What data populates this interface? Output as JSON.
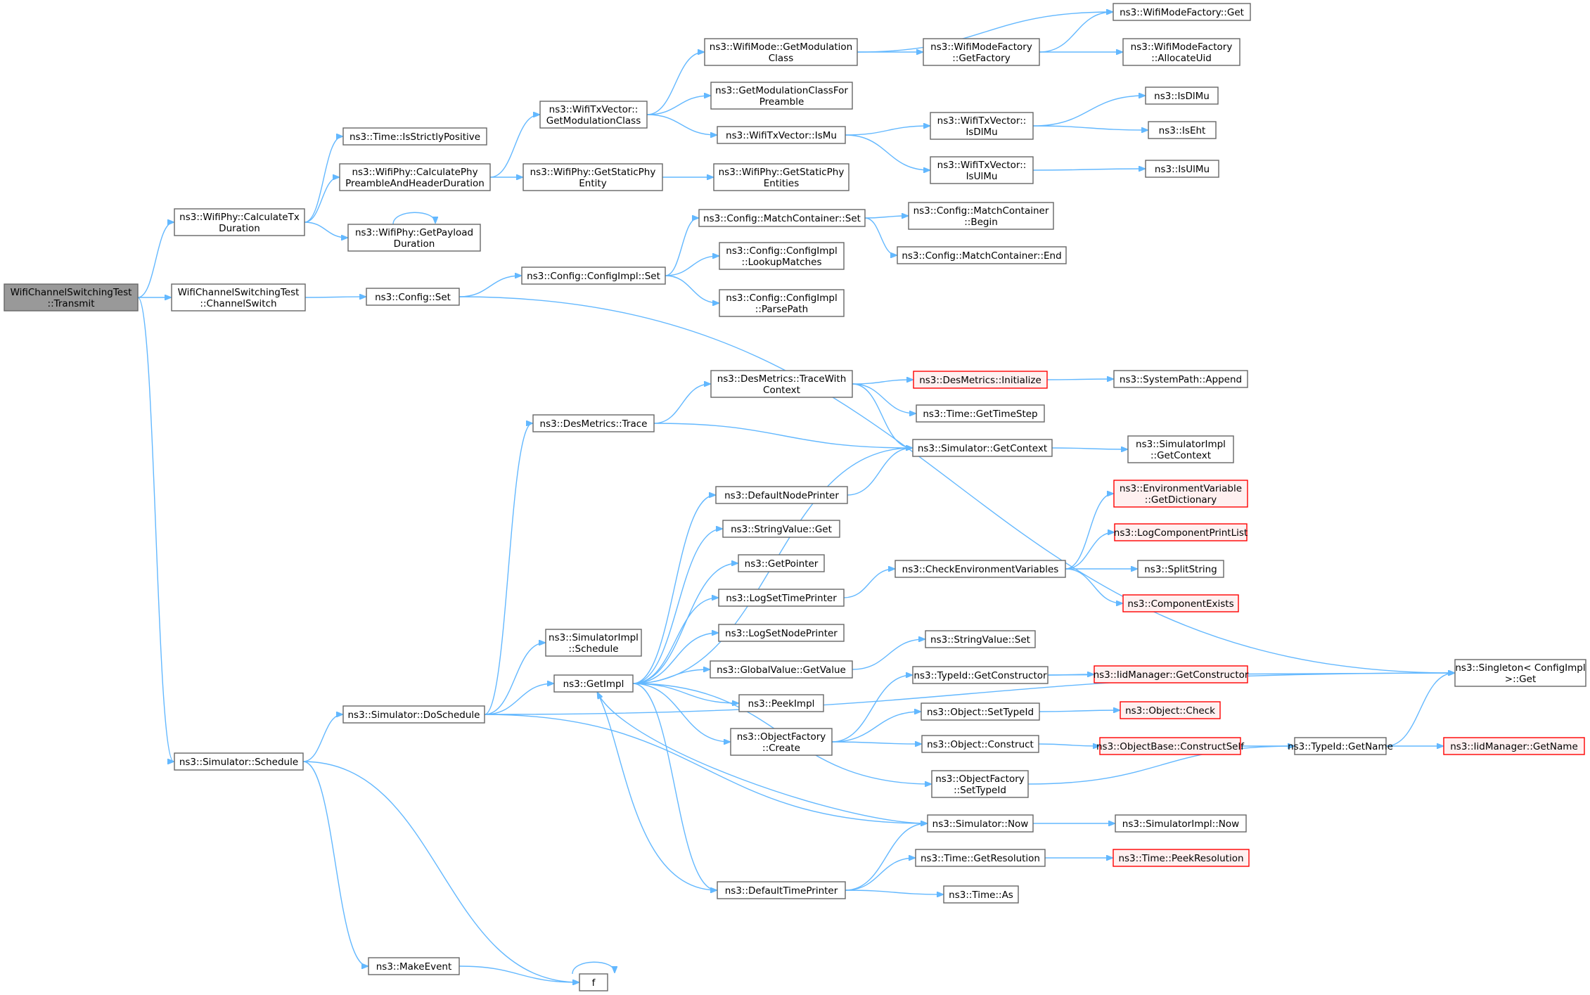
{
  "colors": {
    "edge": "#63b8ff",
    "node_border": "#666666",
    "root_fill": "#999999",
    "incomplete_border": "#ff0000"
  },
  "nodes": [
    {
      "id": "root",
      "lines": [
        "WifiChannelSwitchingTest",
        "::Transmit"
      ],
      "style": "root"
    },
    {
      "id": "calcTx",
      "lines": [
        "ns3::WifiPhy::CalculateTx",
        "Duration"
      ]
    },
    {
      "id": "chanSwitch",
      "lines": [
        "WifiChannelSwitchingTest",
        "::ChannelSwitch"
      ]
    },
    {
      "id": "schedule",
      "lines": [
        "ns3::Simulator::Schedule"
      ]
    },
    {
      "id": "strictPos",
      "lines": [
        "ns3::Time::IsStrictlyPositive"
      ]
    },
    {
      "id": "calcPre",
      "lines": [
        "ns3::WifiPhy::CalculatePhy",
        "PreambleAndHeaderDuration"
      ]
    },
    {
      "id": "getPayload",
      "lines": [
        "ns3::WifiPhy::GetPayload",
        "Duration"
      ]
    },
    {
      "id": "cfgSet",
      "lines": [
        "ns3::Config::Set"
      ]
    },
    {
      "id": "doSchedule",
      "lines": [
        "ns3::Simulator::DoSchedule"
      ]
    },
    {
      "id": "makeEvent",
      "lines": [
        "ns3::MakeEvent"
      ]
    },
    {
      "id": "f",
      "lines": [
        "f"
      ]
    },
    {
      "id": "txGetMod",
      "lines": [
        "ns3::WifiTxVector::",
        "GetModulationClass"
      ]
    },
    {
      "id": "getStaticPhy",
      "lines": [
        "ns3::WifiPhy::GetStaticPhy",
        "Entity"
      ]
    },
    {
      "id": "cfgImplSet",
      "lines": [
        "ns3::Config::ConfigImpl::Set"
      ]
    },
    {
      "id": "desTrace",
      "lines": [
        "ns3::DesMetrics::Trace"
      ]
    },
    {
      "id": "simImplSched",
      "lines": [
        "ns3::SimulatorImpl",
        "::Schedule"
      ]
    },
    {
      "id": "getImpl",
      "lines": [
        "ns3::GetImpl"
      ]
    },
    {
      "id": "modeGetMod",
      "lines": [
        "ns3::WifiMode::GetModulation",
        "Class"
      ]
    },
    {
      "id": "getModPre",
      "lines": [
        "ns3::GetModulationClassFor",
        "Preamble"
      ]
    },
    {
      "id": "txIsMu",
      "lines": [
        "ns3::WifiTxVector::IsMu"
      ]
    },
    {
      "id": "getStaticPhys",
      "lines": [
        "ns3::WifiPhy::GetStaticPhy",
        "Entities"
      ]
    },
    {
      "id": "matchSet",
      "lines": [
        "ns3::Config::MatchContainer::Set"
      ]
    },
    {
      "id": "lookup",
      "lines": [
        "ns3::Config::ConfigImpl",
        "::LookupMatches"
      ]
    },
    {
      "id": "parsePath",
      "lines": [
        "ns3::Config::ConfigImpl",
        "::ParsePath"
      ]
    },
    {
      "id": "traceCtx",
      "lines": [
        "ns3::DesMetrics::TraceWith",
        "Context"
      ]
    },
    {
      "id": "defNode",
      "lines": [
        "ns3::DefaultNodePrinter"
      ]
    },
    {
      "id": "strGet",
      "lines": [
        "ns3::StringValue::Get"
      ]
    },
    {
      "id": "getPtr",
      "lines": [
        "ns3::GetPointer"
      ]
    },
    {
      "id": "logTime",
      "lines": [
        "ns3::LogSetTimePrinter"
      ]
    },
    {
      "id": "logNode",
      "lines": [
        "ns3::LogSetNodePrinter"
      ]
    },
    {
      "id": "gvGet",
      "lines": [
        "ns3::GlobalValue::GetValue"
      ]
    },
    {
      "id": "peekImpl",
      "lines": [
        "ns3::PeekImpl"
      ]
    },
    {
      "id": "ofCreate",
      "lines": [
        "ns3::ObjectFactory",
        "::Create"
      ]
    },
    {
      "id": "defTime",
      "lines": [
        "ns3::DefaultTimePrinter"
      ]
    },
    {
      "id": "factGet",
      "lines": [
        "ns3::WifiModeFactory::Get"
      ]
    },
    {
      "id": "getFactory",
      "lines": [
        "ns3::WifiModeFactory",
        "::GetFactory"
      ]
    },
    {
      "id": "allocUid",
      "lines": [
        "ns3::WifiModeFactory",
        "::AllocateUid"
      ]
    },
    {
      "id": "txIsDlMu",
      "lines": [
        "ns3::WifiTxVector::",
        "IsDlMu"
      ]
    },
    {
      "id": "txIsUlMu",
      "lines": [
        "ns3::WifiTxVector::",
        "IsUlMu"
      ]
    },
    {
      "id": "isDlMu",
      "lines": [
        "ns3::IsDlMu"
      ]
    },
    {
      "id": "isEht",
      "lines": [
        "ns3::IsEht"
      ]
    },
    {
      "id": "isUlMu",
      "lines": [
        "ns3::IsUlMu"
      ]
    },
    {
      "id": "mcBegin",
      "lines": [
        "ns3::Config::MatchContainer",
        "::Begin"
      ]
    },
    {
      "id": "mcEnd",
      "lines": [
        "ns3::Config::MatchContainer::End"
      ]
    },
    {
      "id": "desInit",
      "lines": [
        "ns3::DesMetrics::Initialize"
      ],
      "style": "red"
    },
    {
      "id": "getTimeStep",
      "lines": [
        "ns3::Time::GetTimeStep"
      ]
    },
    {
      "id": "simGetCtx",
      "lines": [
        "ns3::Simulator::GetContext"
      ]
    },
    {
      "id": "checkEnv",
      "lines": [
        "ns3::CheckEnvironmentVariables"
      ]
    },
    {
      "id": "strSet",
      "lines": [
        "ns3::StringValue::Set"
      ]
    },
    {
      "id": "tidGetCtor",
      "lines": [
        "ns3::TypeId::GetConstructor"
      ]
    },
    {
      "id": "objSetTid",
      "lines": [
        "ns3::Object::SetTypeId"
      ]
    },
    {
      "id": "objConstruct",
      "lines": [
        "ns3::Object::Construct"
      ]
    },
    {
      "id": "ofSetTid",
      "lines": [
        "ns3::ObjectFactory",
        "::SetTypeId"
      ]
    },
    {
      "id": "simNow",
      "lines": [
        "ns3::Simulator::Now"
      ]
    },
    {
      "id": "timeGetRes",
      "lines": [
        "ns3::Time::GetResolution"
      ]
    },
    {
      "id": "timeAs",
      "lines": [
        "ns3::Time::As"
      ]
    },
    {
      "id": "sysAppend",
      "lines": [
        "ns3::SystemPath::Append"
      ]
    },
    {
      "id": "simImplGetCtx",
      "lines": [
        "ns3::SimulatorImpl",
        "::GetContext"
      ]
    },
    {
      "id": "envGetDict",
      "lines": [
        "ns3::EnvironmentVariable",
        "::GetDictionary"
      ],
      "style": "red"
    },
    {
      "id": "logCompPrint",
      "lines": [
        "ns3::LogComponentPrintList"
      ],
      "style": "red"
    },
    {
      "id": "splitStr",
      "lines": [
        "ns3::SplitString"
      ]
    },
    {
      "id": "compExists",
      "lines": [
        "ns3::ComponentExists"
      ],
      "style": "red"
    },
    {
      "id": "iidGetCtor",
      "lines": [
        "ns3::IidManager::GetConstructor"
      ],
      "style": "red"
    },
    {
      "id": "objCheck",
      "lines": [
        "ns3::Object::Check"
      ],
      "style": "red"
    },
    {
      "id": "objBaseCS",
      "lines": [
        "ns3::ObjectBase::ConstructSelf"
      ],
      "style": "red"
    },
    {
      "id": "tidGetName",
      "lines": [
        "ns3::TypeId::GetName"
      ]
    },
    {
      "id": "simImplNow",
      "lines": [
        "ns3::SimulatorImpl::Now"
      ]
    },
    {
      "id": "peekRes",
      "lines": [
        "ns3::Time::PeekResolution"
      ],
      "style": "red"
    },
    {
      "id": "singleton",
      "lines": [
        "ns3::Singleton< ConfigImpl",
        ">::Get"
      ]
    },
    {
      "id": "iidGetName",
      "lines": [
        "ns3::IidManager::GetName"
      ],
      "style": "red"
    }
  ],
  "edges": [
    [
      "root",
      "calcTx"
    ],
    [
      "root",
      "chanSwitch"
    ],
    [
      "root",
      "schedule"
    ],
    [
      "calcTx",
      "strictPos"
    ],
    [
      "calcTx",
      "calcPre"
    ],
    [
      "calcTx",
      "getPayload"
    ],
    [
      "getPayload",
      "getPayload"
    ],
    [
      "chanSwitch",
      "cfgSet"
    ],
    [
      "schedule",
      "doSchedule"
    ],
    [
      "schedule",
      "makeEvent"
    ],
    [
      "schedule",
      "f"
    ],
    [
      "makeEvent",
      "f"
    ],
    [
      "f",
      "f"
    ],
    [
      "calcPre",
      "txGetMod"
    ],
    [
      "calcPre",
      "getStaticPhy"
    ],
    [
      "getStaticPhy",
      "getStaticPhys"
    ],
    [
      "txGetMod",
      "modeGetMod"
    ],
    [
      "txGetMod",
      "getModPre"
    ],
    [
      "txGetMod",
      "txIsMu"
    ],
    [
      "modeGetMod",
      "getFactory"
    ],
    [
      "modeGetMod",
      "factGet"
    ],
    [
      "getFactory",
      "factGet"
    ],
    [
      "getFactory",
      "allocUid"
    ],
    [
      "txIsMu",
      "txIsDlMu"
    ],
    [
      "txIsMu",
      "txIsUlMu"
    ],
    [
      "txIsDlMu",
      "isDlMu"
    ],
    [
      "txIsDlMu",
      "isEht"
    ],
    [
      "txIsUlMu",
      "isUlMu"
    ],
    [
      "cfgSet",
      "cfgImplSet"
    ],
    [
      "cfgSet",
      "singleton"
    ],
    [
      "cfgImplSet",
      "matchSet"
    ],
    [
      "cfgImplSet",
      "lookup"
    ],
    [
      "cfgImplSet",
      "parsePath"
    ],
    [
      "matchSet",
      "mcBegin"
    ],
    [
      "matchSet",
      "mcEnd"
    ],
    [
      "doSchedule",
      "desTrace"
    ],
    [
      "doSchedule",
      "simImplSched"
    ],
    [
      "doSchedule",
      "getImpl"
    ],
    [
      "doSchedule",
      "simNow"
    ],
    [
      "doSchedule",
      "singleton"
    ],
    [
      "desTrace",
      "traceCtx"
    ],
    [
      "desTrace",
      "simGetCtx"
    ],
    [
      "traceCtx",
      "desInit"
    ],
    [
      "traceCtx",
      "getTimeStep"
    ],
    [
      "traceCtx",
      "simGetCtx"
    ],
    [
      "desInit",
      "sysAppend"
    ],
    [
      "simGetCtx",
      "simImplGetCtx"
    ],
    [
      "getImpl",
      "simGetCtx"
    ],
    [
      "getImpl",
      "defNode"
    ],
    [
      "getImpl",
      "strGet"
    ],
    [
      "getImpl",
      "getPtr"
    ],
    [
      "getImpl",
      "logTime"
    ],
    [
      "getImpl",
      "logNode"
    ],
    [
      "getImpl",
      "gvGet"
    ],
    [
      "getImpl",
      "peekImpl"
    ],
    [
      "getImpl",
      "ofCreate"
    ],
    [
      "getImpl",
      "defTime"
    ],
    [
      "getImpl",
      "ofSetTid"
    ],
    [
      "defNode",
      "simGetCtx"
    ],
    [
      "logTime",
      "checkEnv"
    ],
    [
      "checkEnv",
      "envGetDict"
    ],
    [
      "checkEnv",
      "logCompPrint"
    ],
    [
      "checkEnv",
      "splitStr"
    ],
    [
      "checkEnv",
      "compExists"
    ],
    [
      "gvGet",
      "strSet"
    ],
    [
      "ofCreate",
      "tidGetCtor"
    ],
    [
      "ofCreate",
      "objSetTid"
    ],
    [
      "ofCreate",
      "objConstruct"
    ],
    [
      "tidGetCtor",
      "iidGetCtor"
    ],
    [
      "tidGetCtor",
      "singleton"
    ],
    [
      "objSetTid",
      "objCheck"
    ],
    [
      "objConstruct",
      "objBaseCS"
    ],
    [
      "objBaseCS",
      "tidGetName"
    ],
    [
      "ofSetTid",
      "tidGetName"
    ],
    [
      "tidGetName",
      "iidGetName"
    ],
    [
      "tidGetName",
      "singleton"
    ],
    [
      "simNow",
      "getImpl"
    ],
    [
      "simNow",
      "simImplNow"
    ],
    [
      "defTime",
      "getImpl"
    ],
    [
      "defTime",
      "simNow"
    ],
    [
      "defTime",
      "timeGetRes"
    ],
    [
      "defTime",
      "timeAs"
    ],
    [
      "timeGetRes",
      "peekRes"
    ]
  ]
}
